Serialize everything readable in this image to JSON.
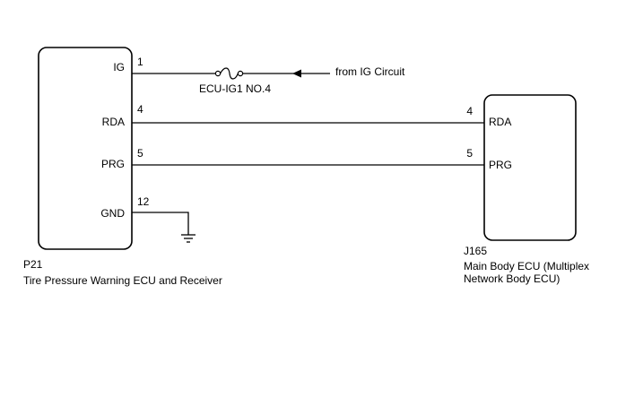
{
  "left_component": {
    "code": "P21",
    "name": "Tire Pressure Warning ECU and Receiver",
    "pins": [
      {
        "label": "IG",
        "number": "1"
      },
      {
        "label": "RDA",
        "number": "4"
      },
      {
        "label": "PRG",
        "number": "5"
      },
      {
        "label": "GND",
        "number": "12"
      }
    ]
  },
  "right_component": {
    "code": "J165",
    "name_line1": "Main Body ECU (Multiplex",
    "name_line2": "Network Body ECU)",
    "pins": [
      {
        "label": "RDA",
        "number": "4"
      },
      {
        "label": "PRG",
        "number": "5"
      }
    ]
  },
  "fuse": {
    "name": "ECU-IG1 NO.4"
  },
  "power_source": {
    "label": "from IG Circuit"
  },
  "colors": {
    "line": "#000000",
    "background": "#ffffff"
  }
}
